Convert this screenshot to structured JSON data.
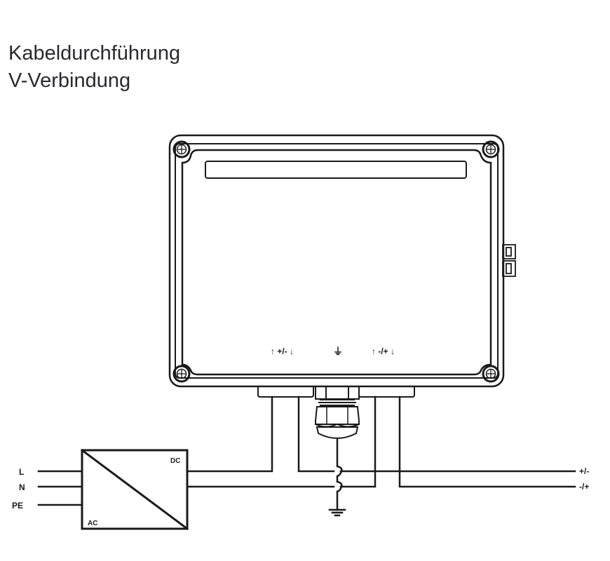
{
  "title": {
    "line1": "Kabeldurchführung",
    "line2": "V-Verbindung"
  },
  "enclosure": {
    "terminal_labels": {
      "left": "↑ +/- ↓",
      "center": "⏚",
      "right": "↑ -/+ ↓"
    }
  },
  "power_supply": {
    "input_label": "AC",
    "output_label": "DC"
  },
  "inputs": {
    "L": "L",
    "N": "N",
    "PE": "PE"
  },
  "outputs": {
    "top": "+/-",
    "bottom": "-/+"
  },
  "colors": {
    "line": "#1a1a1a",
    "title": "#2a2a2e",
    "background": "#ffffff"
  }
}
